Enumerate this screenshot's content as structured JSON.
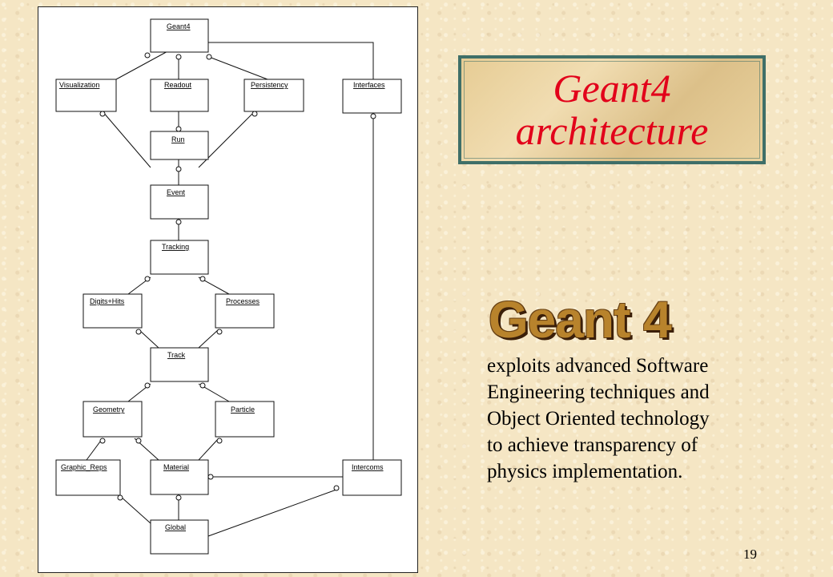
{
  "diagram": {
    "modules": {
      "geant4": "Geant4",
      "visualization": "Visualization",
      "readout": "Readout",
      "persistency": "Persistency",
      "interfaces": "Interfaces",
      "run": "Run",
      "event": "Event",
      "tracking": "Tracking",
      "digits_hits": "Digits+Hits",
      "processes": "Processes",
      "track": "Track",
      "geometry": "Geometry",
      "particle": "Particle",
      "graphic_reps": "Graphic_Reps",
      "material": "Material",
      "intercoms": "Intercoms",
      "global": "Global"
    }
  },
  "title": {
    "line1": "Geant4",
    "line2": "architecture",
    "color": "#e2001a",
    "frame_color": "#3f6f68"
  },
  "logo": {
    "text": "Geant 4",
    "color": "#b8832c"
  },
  "description": {
    "lines": [
      "exploits advanced Software",
      "Engineering techniques and",
      "Object Oriented technology",
      "to achieve transparency of",
      "physics implementation."
    ]
  },
  "page_number": "19"
}
